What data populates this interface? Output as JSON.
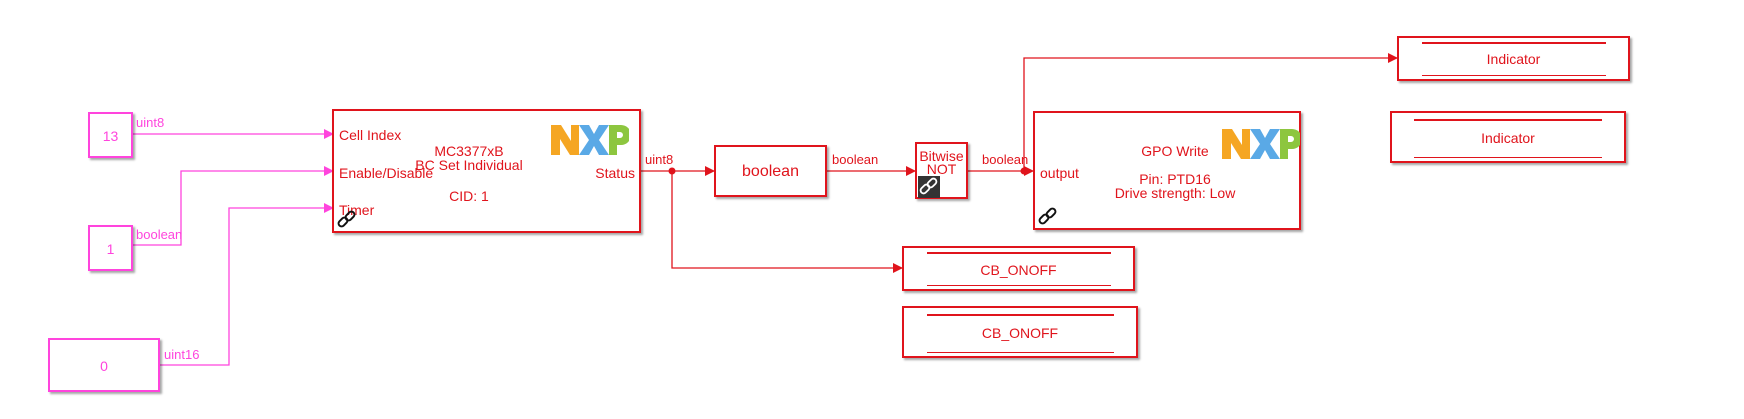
{
  "colors": {
    "block_red": "#e0141c",
    "source_pink": "#ff44dd",
    "nxp_orange": "#f5a623",
    "nxp_blue": "#5aa9e6",
    "nxp_green": "#8dc63f"
  },
  "constants": [
    {
      "value": "13",
      "signal_type": "uint8"
    },
    {
      "value": "1",
      "signal_type": "boolean"
    },
    {
      "value": "0",
      "signal_type": "uint16"
    }
  ],
  "bcc_block": {
    "title_line1": "MC3377xB",
    "title_line2": "BC Set Individual",
    "cid": "CID: 1",
    "inputs": [
      "Cell Index",
      "Enable/Disable",
      "Timer"
    ],
    "output": "Status",
    "logo": "nxp-logo",
    "library_link_icon": "link-icon"
  },
  "status_signal_type": "uint8",
  "convert_block": {
    "label": "boolean"
  },
  "convert_out_type": "boolean",
  "not_block": {
    "line1": "Bitwise",
    "line2": "NOT",
    "library_link_icon": "link-icon"
  },
  "not_out_type": "boolean",
  "gpo_block": {
    "title": "GPO Write",
    "input": "output",
    "pin": "Pin: PTD16",
    "drive": "Drive strength: Low",
    "logo": "nxp-logo",
    "library_link_icon": "link-icon"
  },
  "indicators": [
    {
      "label": "Indicator"
    },
    {
      "label": "Indicator"
    }
  ],
  "cb_blocks": [
    {
      "label": "CB_ONOFF"
    },
    {
      "label": "CB_ONOFF"
    }
  ]
}
